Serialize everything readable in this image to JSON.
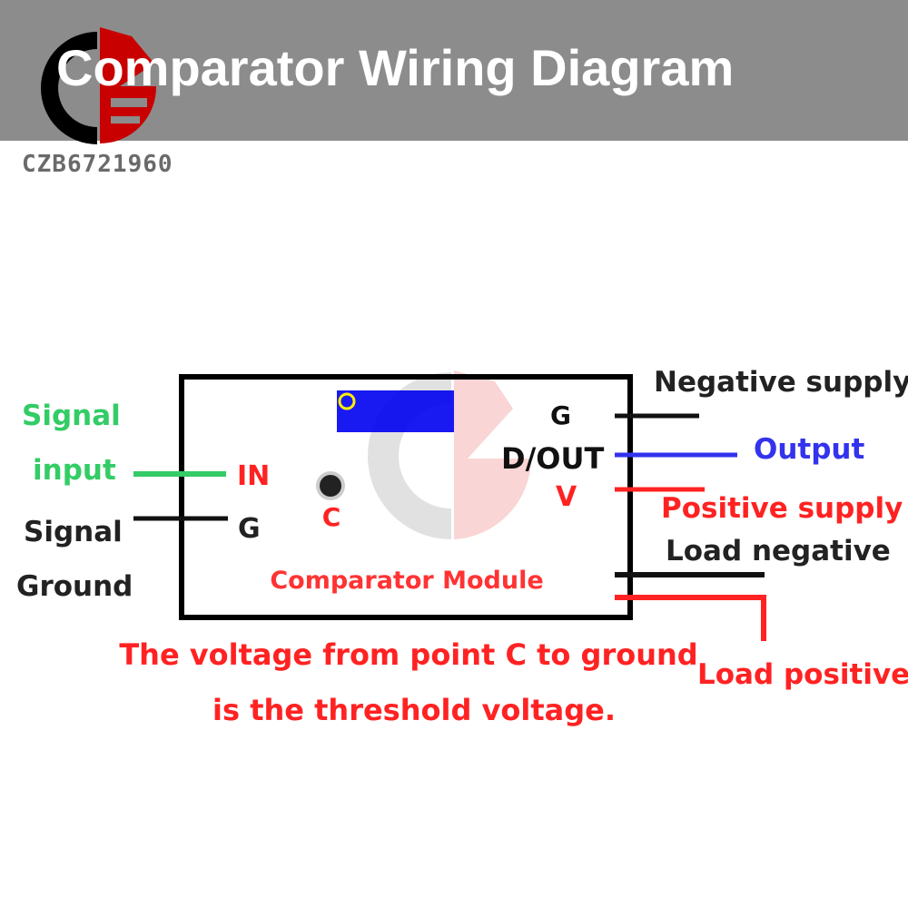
{
  "header": {
    "title": "Comparator Wiring Diagram"
  },
  "logo": {
    "text": "CZB6721960"
  },
  "module": {
    "name": "Comparator Module",
    "pins_left": {
      "in": "IN",
      "g": "G"
    },
    "pins_right": {
      "g": "G",
      "dout": "D/OUT",
      "v": "V"
    },
    "point": "C"
  },
  "labels": {
    "signal_input_line1": "Signal",
    "signal_input_line2": "input",
    "signal_ground_line1": "Signal",
    "signal_ground_line2": "Ground",
    "negative_supply": "Negative supply",
    "output": "Output",
    "positive_supply": "Positive supply",
    "load_negative": "Load negative",
    "load_positive": "Load positive"
  },
  "caption": {
    "line1": "The voltage from point C to ground",
    "line2": "is the threshold voltage."
  },
  "colors": {
    "red": "#ff2222",
    "green": "#33cc66",
    "blue": "#3333ee",
    "black": "#111111",
    "header": "#8c8c8c"
  }
}
